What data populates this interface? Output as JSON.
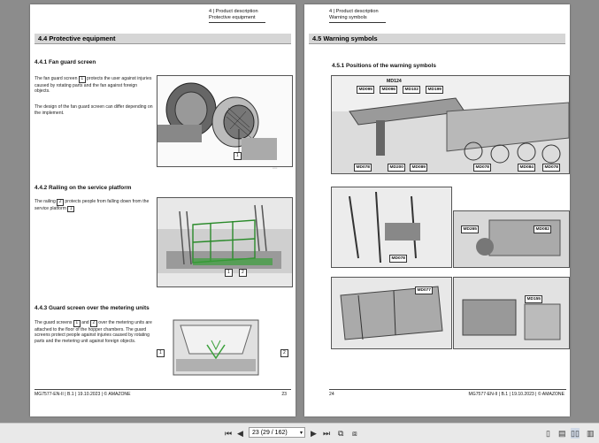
{
  "left_page": {
    "header_chapter": "4 | Product description",
    "header_section": "Protective equipment",
    "section_title": "4.4  Protective equipment",
    "sub1_title": "4.4.1  Fan guard screen",
    "sub1_text_a": "The fan guard screen",
    "sub1_text_b": "protects the user against injuries caused by rotating parts and the fan against foreign objects.",
    "sub1_text_c": "The design of the fan guard screen can differ depending on the implement.",
    "sub2_title": "4.4.2  Railing on the service platform",
    "sub2_text_a": "The railing",
    "sub2_text_b": "protects people from falling down from the service platform",
    "sub3_title": "4.4.3  Guard screen over the metering units",
    "sub3_text_a": "The guard screens",
    "sub3_text_and": "and",
    "sub3_text_b": "over the metering units are attached to the floor of the hopper chambers. The guard screens protect people against injuries caused by rotating parts and the metering unit against foreign objects.",
    "callout_1": "1",
    "callout_2": "2",
    "footer_left": "MG7577-EN-II | B.1 | 19.10.2023 | © AMAZONE",
    "page_number": "23"
  },
  "right_page": {
    "header_chapter": "4 | Product description",
    "header_section": "Warning symbols",
    "section_title": "4.5  Warning symbols",
    "sub1_title": "4.5.1  Positions of the warning symbols",
    "md_top": "MD124",
    "md_row": [
      "MD095",
      "MD096",
      "MD102",
      "MD199"
    ],
    "md_bottom_left": [
      "MD078",
      "MD200",
      "MD089"
    ],
    "md_bottom_right": [
      "MD078",
      "MD084",
      "MD078"
    ],
    "md_fig2": [
      "MD078",
      "MD265",
      "MD082"
    ],
    "md_fig3": [
      "MD077",
      "MD155"
    ],
    "footer_right": "MG7577-EN-II | B.1 | 19.10.2023 | © AMAZONE",
    "page_number": "24"
  },
  "toolbar": {
    "page_field": "23 (29 / 162)"
  }
}
